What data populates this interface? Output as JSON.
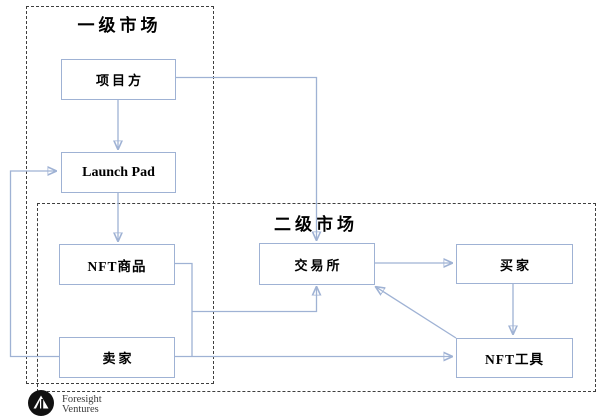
{
  "diagram": {
    "primary_market_label": "一级市场",
    "secondary_market_label": "二级市场",
    "nodes": {
      "project": "项目方",
      "launch_pad": "Launch Pad",
      "nft_goods": "NFT商品",
      "seller": "卖家",
      "exchange": "交易所",
      "buyer": "买家",
      "nft_tools": "NFT工具"
    },
    "edges": [
      {
        "from": "项目方",
        "to": "Launch Pad"
      },
      {
        "from": "项目方",
        "to": "交易所"
      },
      {
        "from": "Launch Pad",
        "to": "NFT商品"
      },
      {
        "from": "NFT商品",
        "to": "交易所"
      },
      {
        "from": "卖家",
        "to": "Launch Pad"
      },
      {
        "from": "卖家",
        "to": "NFT工具"
      },
      {
        "from": "交易所",
        "to": "买家"
      },
      {
        "from": "买家",
        "to": "NFT工具"
      },
      {
        "from": "NFT工具",
        "to": "交易所"
      }
    ],
    "colors": {
      "connector_line": "#9fb2d4",
      "arrowhead": "#2e4e96",
      "node_border": "#9fb2d4",
      "dashed_border": "#3f3f3f",
      "text": "#000000"
    }
  },
  "branding": {
    "name_line1": "Foresight",
    "name_line2": "Ventures"
  }
}
